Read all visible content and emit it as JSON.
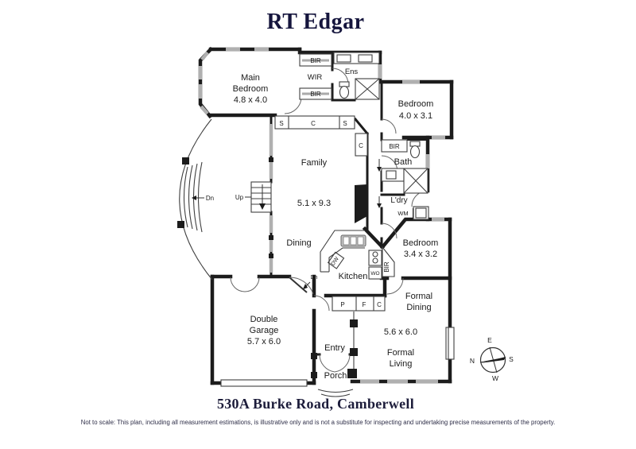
{
  "title": "RT Edgar",
  "address": "530A Burke Road, Camberwell",
  "disclaimer": "Not to scale: This plan, including all measurement estimations, is illustrative only and is not a substitute for inspecting and undertaking precise measurements of the property.",
  "rooms": {
    "main_bedroom": {
      "line1": "Main",
      "line2": "Bedroom",
      "dims": "4.8 x 4.0"
    },
    "bedroom2": {
      "name": "Bedroom",
      "dims": "4.0 x 3.1"
    },
    "bedroom3": {
      "name": "Bedroom",
      "dims": "3.4 x 3.2"
    },
    "family": {
      "name": "Family",
      "dims": "5.1 x 9.3"
    },
    "dining": {
      "name": "Dining"
    },
    "kitchen": {
      "name": "Kitchen"
    },
    "bath": {
      "name": "Bath"
    },
    "ens": {
      "name": "Ens"
    },
    "wir": {
      "name": "WIR"
    },
    "laundry": {
      "name": "L'dry"
    },
    "garage": {
      "line1": "Double",
      "line2": "Garage",
      "dims": "5.7 x 6.0"
    },
    "entry": {
      "name": "Entry"
    },
    "porch": {
      "name": "Porch"
    },
    "formal_dining": {
      "line1": "Formal",
      "line2": "Dining",
      "dims": "5.6 x 6.0"
    },
    "formal_living": {
      "line1": "Formal",
      "line2": "Living"
    }
  },
  "fixtures": {
    "bir": "BIR",
    "wm": "WM",
    "dw": "DW",
    "wo": "WO",
    "pantry": "P",
    "fridge": "F",
    "cupboard": "C",
    "store": "S"
  },
  "stairs": {
    "up": "Up",
    "down": "Dn"
  },
  "compass": {
    "north": "N",
    "east": "E",
    "south": "S",
    "west": "W"
  },
  "colors": {
    "brand_navy": "#15153d",
    "wall_black": "#1c1c1c",
    "window_grey": "#b0b0b0",
    "text_dark": "#1a1a1a"
  }
}
